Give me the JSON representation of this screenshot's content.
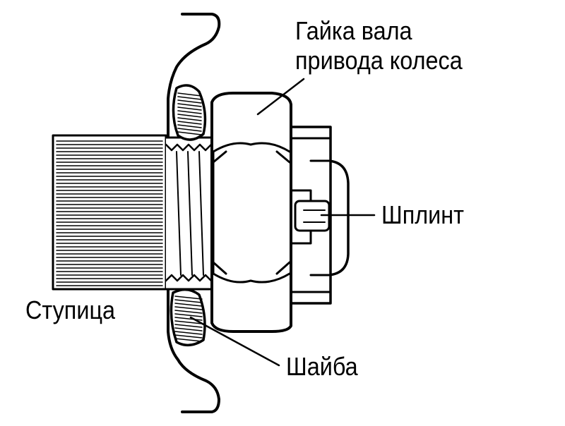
{
  "labels": {
    "nut_line1": "Гайка вала",
    "nut_line2": "привода колеса",
    "cotter_pin": "Шплинт",
    "hub": "Ступица",
    "washer": "Шайба"
  }
}
